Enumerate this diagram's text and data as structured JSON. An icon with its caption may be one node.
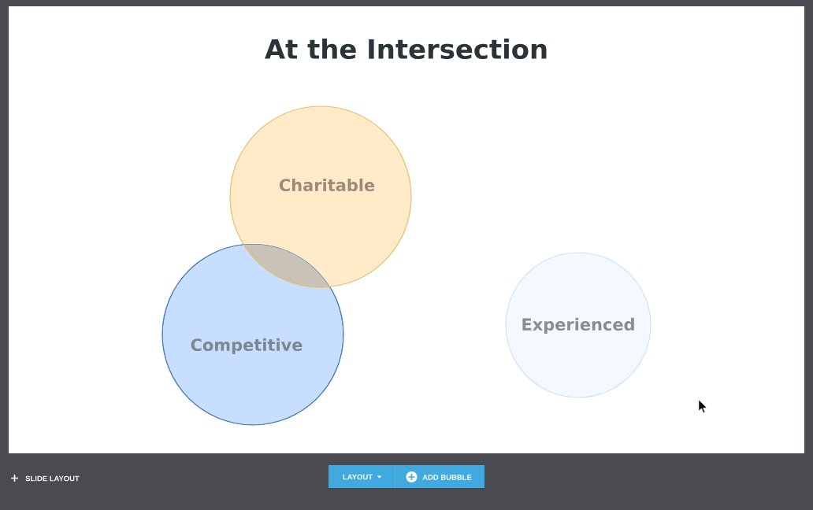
{
  "diagram": {
    "title": "At the Intersection",
    "nodes": [
      {
        "text": [
          "Charitable"
        ]
      },
      {
        "text": [
          "Competitive"
        ]
      },
      {
        "text": [
          "Experienced"
        ]
      }
    ],
    "labels": [
      "SLIDE LAYOUT",
      "LAYOUT",
      "ADD BUBBLE"
    ]
  }
}
